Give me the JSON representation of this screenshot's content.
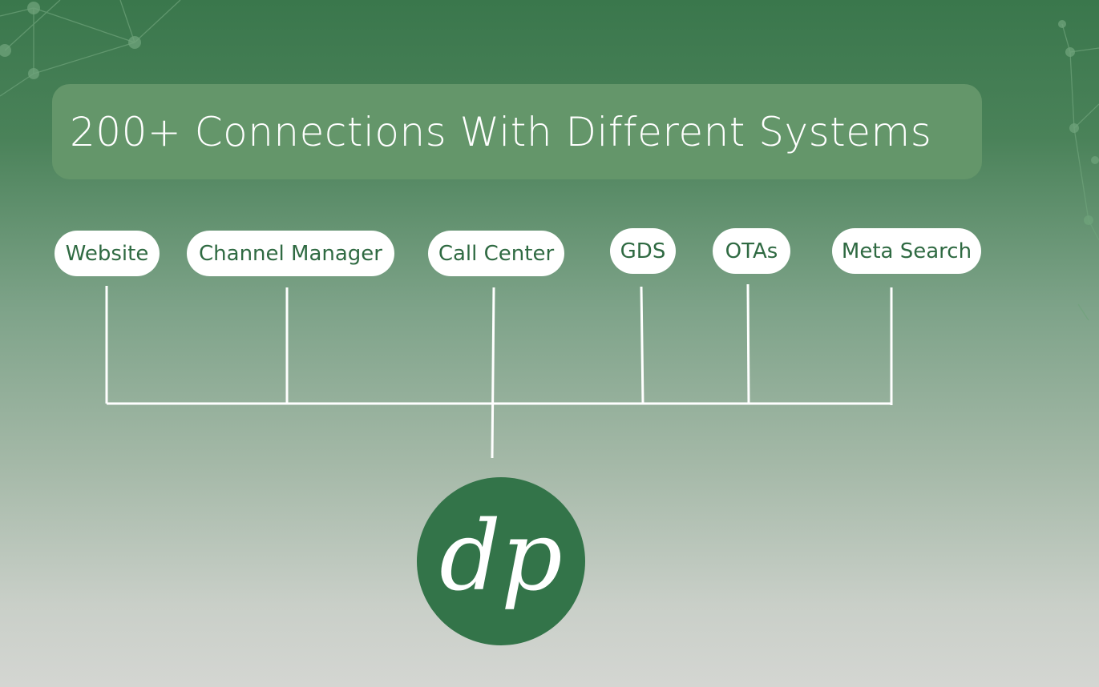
{
  "title": "200+ Connections With Different Systems",
  "systems": [
    "Website",
    "Channel Manager",
    "Call Center",
    "GDS",
    "OTAs",
    "Meta Search"
  ],
  "logo": {
    "text": "dp"
  },
  "colors": {
    "brand_green": "#337449",
    "title_box": "#64966a",
    "pill_text": "#2f6a42"
  }
}
